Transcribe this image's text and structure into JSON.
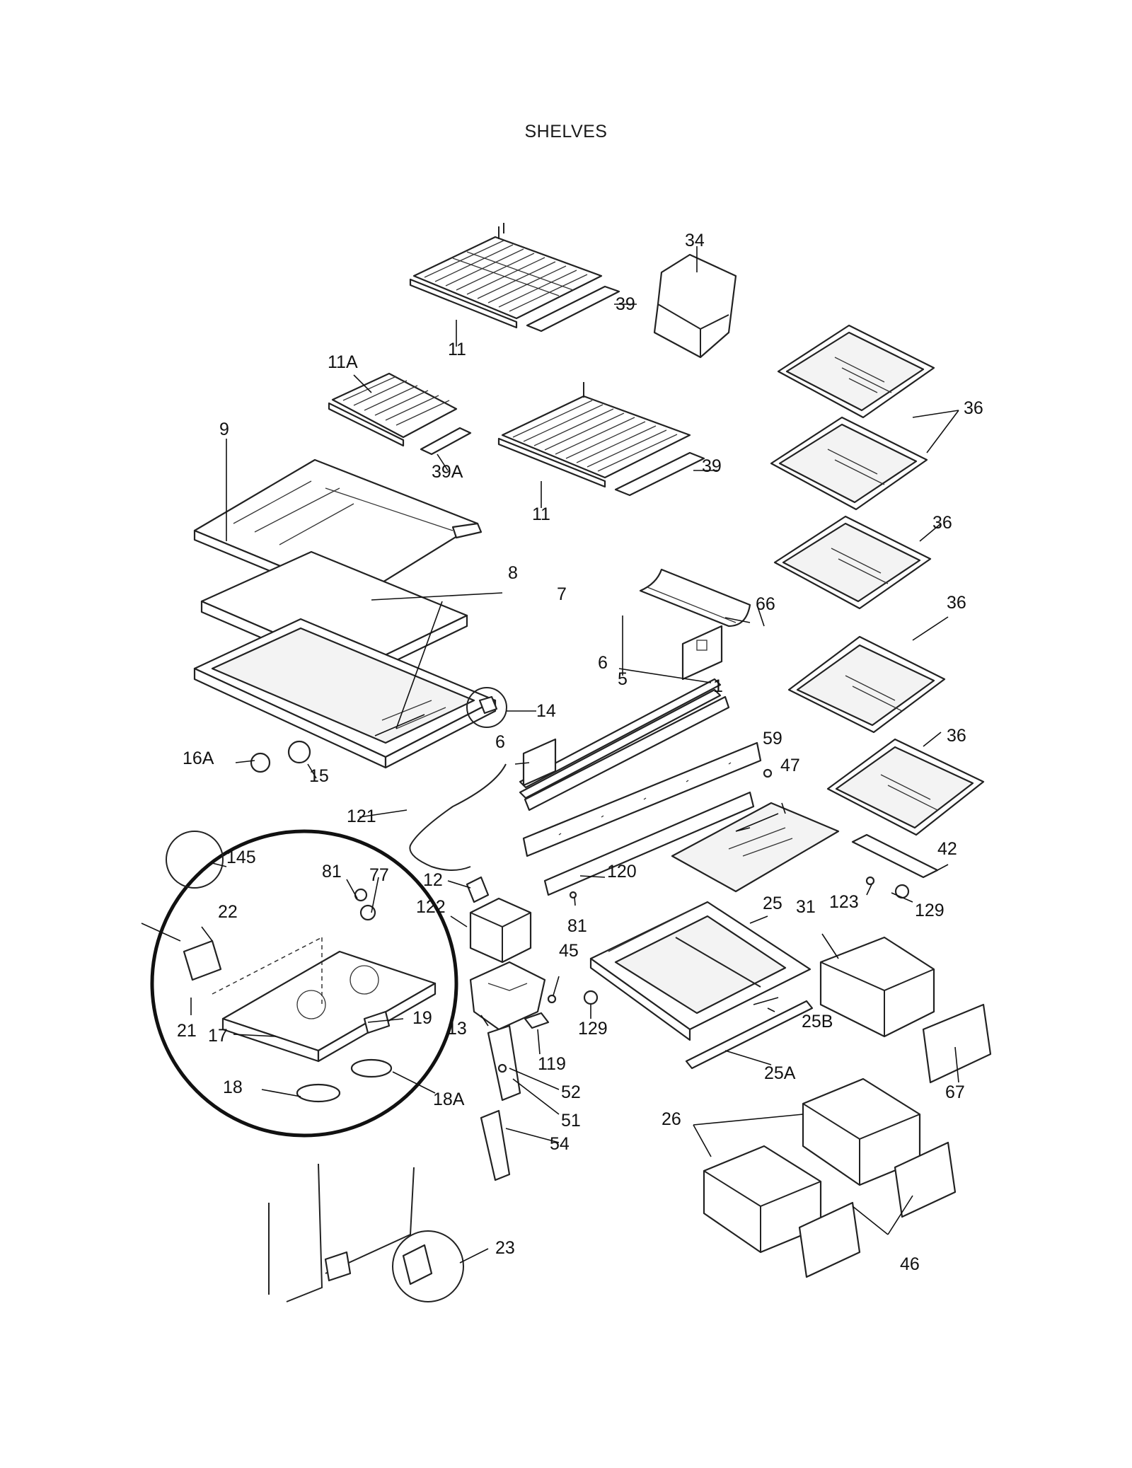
{
  "title": "SHELVES",
  "labels": [
    "34",
    "39",
    "11",
    "11A",
    "36",
    "9",
    "39A",
    "39",
    "11",
    "36",
    "8",
    "66",
    "7",
    "36",
    "6",
    "5",
    "1",
    "14",
    "59",
    "6",
    "36",
    "16A",
    "15",
    "47",
    "121",
    "145",
    "81",
    "77",
    "42",
    "12",
    "120",
    "22",
    "122",
    "123",
    "129",
    "81",
    "25",
    "31",
    "45",
    "129",
    "25B",
    "21",
    "17",
    "19",
    "13",
    "119",
    "67",
    "25A",
    "18",
    "52",
    "18A",
    "51",
    "26",
    "54",
    "23",
    "46"
  ]
}
